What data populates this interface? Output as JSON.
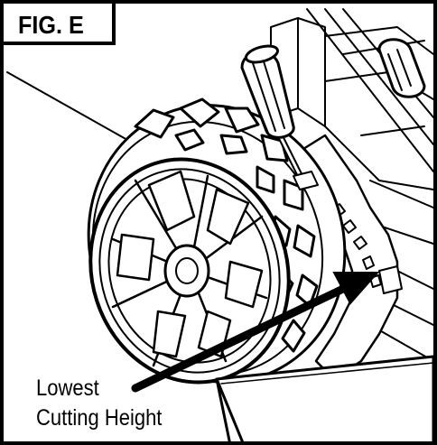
{
  "figure": {
    "label": "FIG. E",
    "callout_line_1": "Lowest",
    "callout_line_2": "Cutting Height"
  },
  "colors": {
    "ink": "#000000",
    "paper": "#ffffff"
  },
  "icons": {
    "screwdriver": "screwdriver-icon",
    "arrow": "arrow-icon"
  }
}
